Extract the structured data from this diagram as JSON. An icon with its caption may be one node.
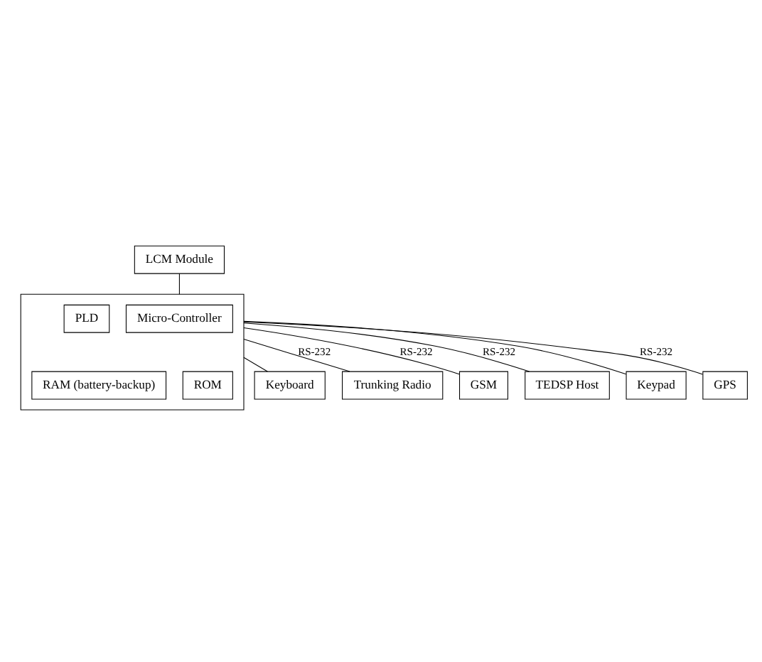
{
  "diagram": {
    "nodes": [
      {
        "text": [],
        "shape": "box"
      },
      {
        "text": [
          "Micro-Controller"
        ],
        "in": 0
      },
      {
        "text": [
          "PLD"
        ],
        "in": 0
      },
      {
        "text": [
          "ROM"
        ],
        "in": 0
      },
      {
        "text": [
          "RAM (battery-backup)"
        ],
        "in": 0
      },
      {
        "text": [
          "LCM Module"
        ]
      },
      {
        "text": [
          "Keyboard"
        ]
      },
      {
        "text": [
          "Trunking Radio"
        ]
      },
      {
        "text": [
          "GSM"
        ]
      },
      {
        "text": [
          "TEDSP Host"
        ]
      },
      {
        "text": [
          "Keypad"
        ]
      },
      {
        "text": [
          "GPS"
        ]
      }
    ],
    "edges": [
      {
        "from": 5,
        "to": 0,
        "arrow": "none"
      },
      {
        "from": 0,
        "to": 6,
        "arrow": "none"
      },
      {
        "from": 0,
        "to": 7,
        "arrow": "none",
        "label": "RS-232"
      },
      {
        "from": 0,
        "to": 8,
        "arrow": "none",
        "label": "RS-232"
      },
      {
        "from": 0,
        "to": 9,
        "arrow": "none",
        "label": "RS-232"
      },
      {
        "from": 0,
        "to": 10,
        "arrow": "none"
      },
      {
        "from": 0,
        "to": 11,
        "arrow": "none",
        "label": "RS-232"
      }
    ]
  }
}
